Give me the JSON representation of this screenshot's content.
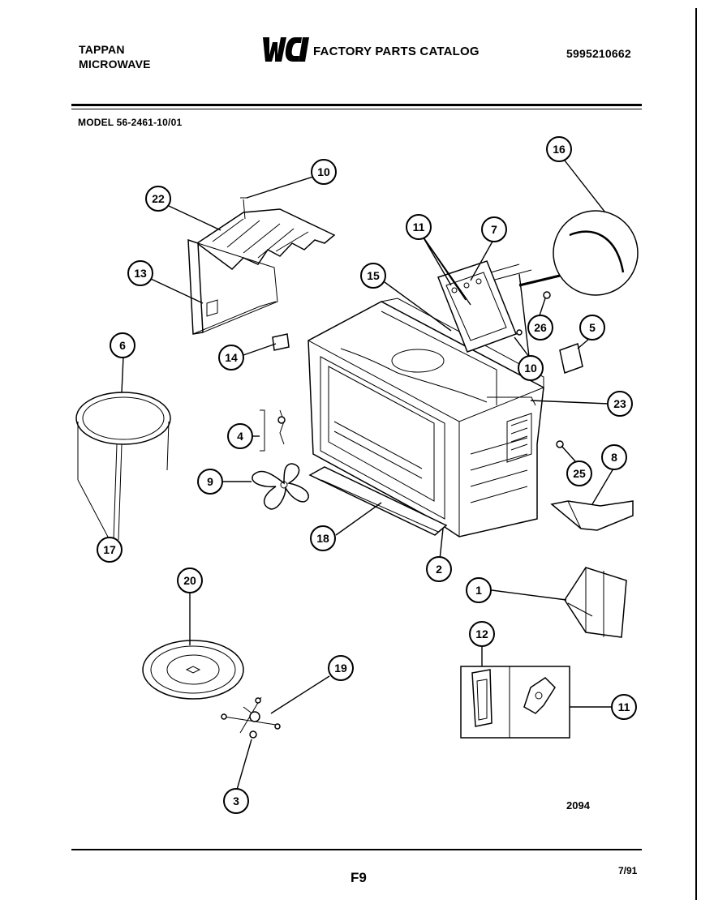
{
  "header": {
    "brand_line1": "TAPPAN",
    "brand_line2": "MICROWAVE",
    "logo_text": "WCI",
    "catalog_title": "FACTORY PARTS CATALOG",
    "catalog_number": "5995210662"
  },
  "model_line": "MODEL 56-2461-10/01",
  "callouts": {
    "c10a": "10",
    "c22": "22",
    "c13": "13",
    "c11a": "11",
    "c7": "7",
    "c16": "16",
    "c15": "15",
    "c26": "26",
    "c5": "5",
    "c10b": "10",
    "c6": "6",
    "c14": "14",
    "c23": "23",
    "c4": "4",
    "c25": "25",
    "c8": "8",
    "c9": "9",
    "c18": "18",
    "c2": "2",
    "c17": "17",
    "c20": "20",
    "c1": "1",
    "c12": "12",
    "c19": "19",
    "c11b": "11",
    "c3": "3"
  },
  "footer": {
    "drawing_number": "2094",
    "page_code": "F9",
    "date_code": "7/91"
  }
}
